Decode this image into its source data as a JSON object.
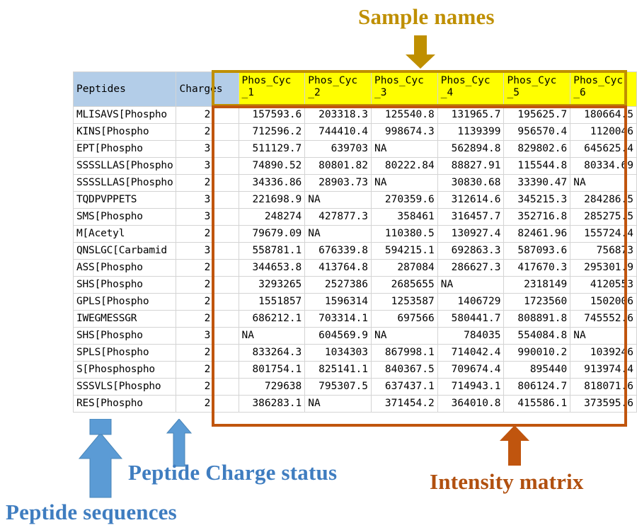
{
  "annotations": {
    "sample_names": {
      "label": "Sample names",
      "color": "#bf8f00"
    },
    "intensity_matrix": {
      "label": "Intensity matrix",
      "color": "#b1500f"
    },
    "charge_status": {
      "label": "Peptide Charge status",
      "color": "#3f7dc0"
    },
    "peptide_sequences": {
      "label": "Peptide sequences",
      "color": "#3f7dc0"
    }
  },
  "table": {
    "headers": {
      "peptides": "Peptides",
      "charges": "Charges",
      "samples": [
        {
          "line1": "Phos_Cyc",
          "line2": "_1"
        },
        {
          "line1": "Phos_Cyc",
          "line2": "_2"
        },
        {
          "line1": "Phos_Cyc",
          "line2": "_3"
        },
        {
          "line1": "Phos_Cyc",
          "line2": "_4"
        },
        {
          "line1": "Phos_Cyc",
          "line2": "_5"
        },
        {
          "line1": "Phos_Cyc",
          "line2": "_6"
        }
      ]
    },
    "rows": [
      {
        "peptide": "MLISAVS[Phospho",
        "charge": "2",
        "values": [
          "157593.6",
          "203318.3",
          "125540.8",
          "131965.7",
          "195625.7",
          "180664.5"
        ]
      },
      {
        "peptide": "KINS[Phospho",
        "charge": "2",
        "values": [
          "712596.2",
          "744410.4",
          "998674.3",
          "1139399",
          "956570.4",
          "1120046"
        ]
      },
      {
        "peptide": "EPT[Phospho",
        "charge": "3",
        "values": [
          "511129.7",
          "639703",
          "NA",
          "562894.8",
          "829802.6",
          "645625.4"
        ]
      },
      {
        "peptide": "SSSSLLAS[Phospho",
        "charge": "3",
        "values": [
          "74890.52",
          "80801.82",
          "80222.84",
          "88827.91",
          "115544.8",
          "80334.69"
        ]
      },
      {
        "peptide": "SSSSLLAS[Phospho",
        "charge": "2",
        "values": [
          "34336.86",
          "28903.73",
          "NA",
          "30830.68",
          "33390.47",
          "NA"
        ]
      },
      {
        "peptide": "TQDPVPPETS",
        "charge": "3",
        "values": [
          "221698.9",
          "NA",
          "270359.6",
          "312614.6",
          "345215.3",
          "284286.5"
        ]
      },
      {
        "peptide": "SMS[Phospho",
        "charge": "3",
        "values": [
          "248274",
          "427877.3",
          "358461",
          "316457.7",
          "352716.8",
          "285275.5"
        ]
      },
      {
        "peptide": "M[Acetyl",
        "charge": "2",
        "values": [
          "79679.09",
          "NA",
          "110380.5",
          "130927.4",
          "82461.96",
          "155724.4"
        ]
      },
      {
        "peptide": "QNSLGC[Carbamid",
        "charge": "3",
        "values": [
          "558781.1",
          "676339.8",
          "594215.1",
          "692863.3",
          "587093.6",
          "756873"
        ]
      },
      {
        "peptide": "ASS[Phospho",
        "charge": "2",
        "values": [
          "344653.8",
          "413764.8",
          "287084",
          "286627.3",
          "417670.3",
          "295301.9"
        ]
      },
      {
        "peptide": "SHS[Phospho",
        "charge": "2",
        "values": [
          "3293265",
          "2527386",
          "2685655",
          "NA",
          "2318149",
          "4120553"
        ]
      },
      {
        "peptide": "GPLS[Phospho",
        "charge": "2",
        "values": [
          "1551857",
          "1596314",
          "1253587",
          "1406729",
          "1723560",
          "1502006"
        ]
      },
      {
        "peptide": "IWEGMESSGR",
        "charge": "2",
        "values": [
          "686212.1",
          "703314.1",
          "697566",
          "580441.7",
          "808891.8",
          "745552.6"
        ]
      },
      {
        "peptide": "SHS[Phospho",
        "charge": "3",
        "values": [
          "NA",
          "604569.9",
          "NA",
          "784035",
          "554084.8",
          "NA"
        ]
      },
      {
        "peptide": "SPLS[Phospho",
        "charge": "2",
        "values": [
          "833264.3",
          "1034303",
          "867998.1",
          "714042.4",
          "990010.2",
          "1039246"
        ]
      },
      {
        "peptide": "S[Phosphospho",
        "charge": "2",
        "values": [
          "801754.1",
          "825141.1",
          "840367.5",
          "709674.4",
          "895440",
          "913974.4"
        ]
      },
      {
        "peptide": "SSSVLS[Phospho",
        "charge": "2",
        "values": [
          "729638",
          "795307.5",
          "637437.1",
          "714943.1",
          "806124.7",
          "818071.6"
        ]
      },
      {
        "peptide": "RES[Phospho",
        "charge": "2",
        "values": [
          "386283.1",
          "NA",
          "371454.2",
          "364010.8",
          "415586.1",
          "373595.6"
        ]
      }
    ]
  },
  "icons": {
    "arrow_down_sample": "arrow-down-icon",
    "arrow_up_intensity": "arrow-up-icon",
    "arrow_up_charges": "arrow-up-icon",
    "arrow_up_peptides": "arrow-up-icon"
  }
}
